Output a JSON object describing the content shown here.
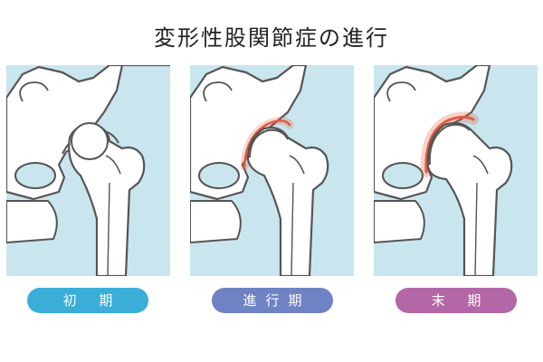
{
  "title": "変形性股関節症の進行",
  "colors": {
    "background_panel": "#c9e6ef",
    "bone_fill": "#ffffff",
    "bone_outline": "#555555",
    "inflammation": "#e25a3f"
  },
  "stages": [
    {
      "label": "初 期",
      "color": "#3aaed8"
    },
    {
      "label": "進行期",
      "color": "#6f82c4"
    },
    {
      "label": "末 期",
      "color": "#b467a6"
    }
  ]
}
